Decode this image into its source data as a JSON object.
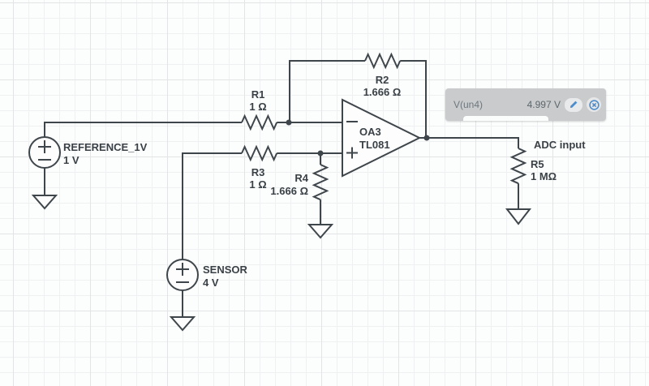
{
  "canvas": {
    "background": "#fcfdfd",
    "grid_minor_color": "#eef0f1",
    "grid_major_color": "#e2e4e6",
    "wire_color": "#3f464b",
    "label_color": "#3a4146"
  },
  "components": {
    "reference": {
      "name": "REFERENCE_1V",
      "value": "1 V"
    },
    "sensor": {
      "name": "SENSOR",
      "value": "4 V"
    },
    "r1": {
      "name": "R1",
      "value": "1 Ω"
    },
    "r2": {
      "name": "R2",
      "value": "1.666 Ω"
    },
    "r3": {
      "name": "R3",
      "value": "1 Ω"
    },
    "r4": {
      "name": "R4",
      "value": "1.666 Ω"
    },
    "r5": {
      "name": "R5",
      "value": "1 MΩ"
    },
    "opamp": {
      "name": "OA3",
      "model": "TL081"
    }
  },
  "labels": {
    "adc_input": "ADC input"
  },
  "probe": {
    "name": "V(un4)",
    "value": "4.997 V",
    "background": "#c9cbcc",
    "label_color": "#6e777d",
    "value_color": "#5d666c",
    "accent_blue": "#4d8dcb",
    "edit_icon": "pencil-icon",
    "close_icon": "close-circle-icon"
  }
}
